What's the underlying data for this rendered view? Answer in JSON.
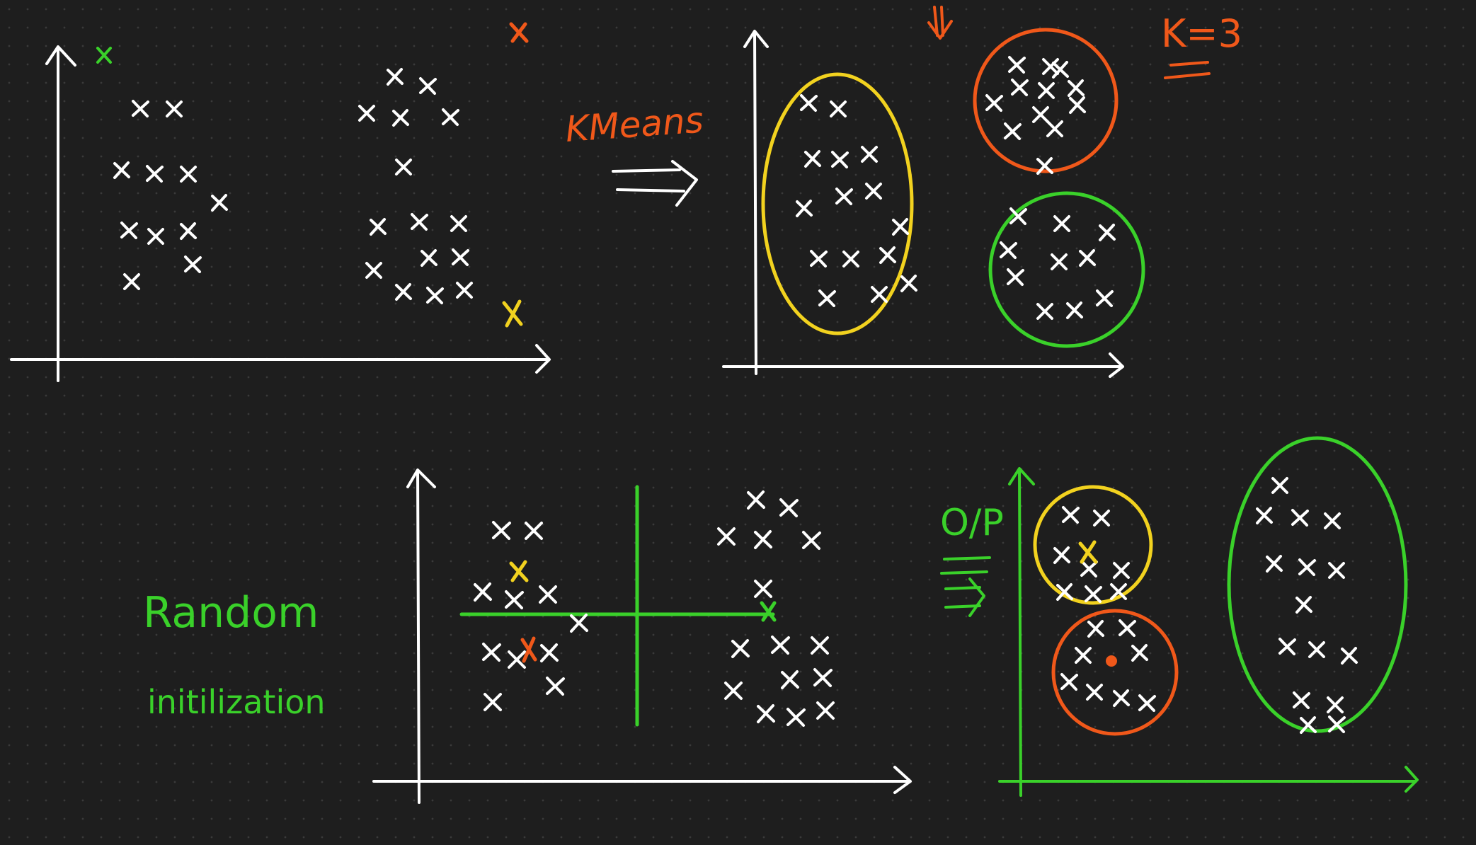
{
  "colors": {
    "background": "#1e1e1e",
    "ink_white": "#ffffff",
    "ink_orange": "#f0581a",
    "ink_yellow": "#f2d21f",
    "ink_green": "#3ad12a"
  },
  "labels": {
    "kmeans": "KMeans",
    "k_equals": "K=3",
    "random": "Random",
    "initialization": "initilization",
    "output": "O/P"
  },
  "panels": [
    {
      "name": "raw-data-plot",
      "clusters": [
        "left-group",
        "right-group"
      ]
    },
    {
      "name": "clustered-plot",
      "clusters": [
        "yellow",
        "orange",
        "green"
      ]
    },
    {
      "name": "random-init-plot",
      "centroids": [
        "yellow",
        "orange",
        "green"
      ]
    },
    {
      "name": "output-plot",
      "clusters": [
        "yellow",
        "orange",
        "green"
      ]
    }
  ]
}
